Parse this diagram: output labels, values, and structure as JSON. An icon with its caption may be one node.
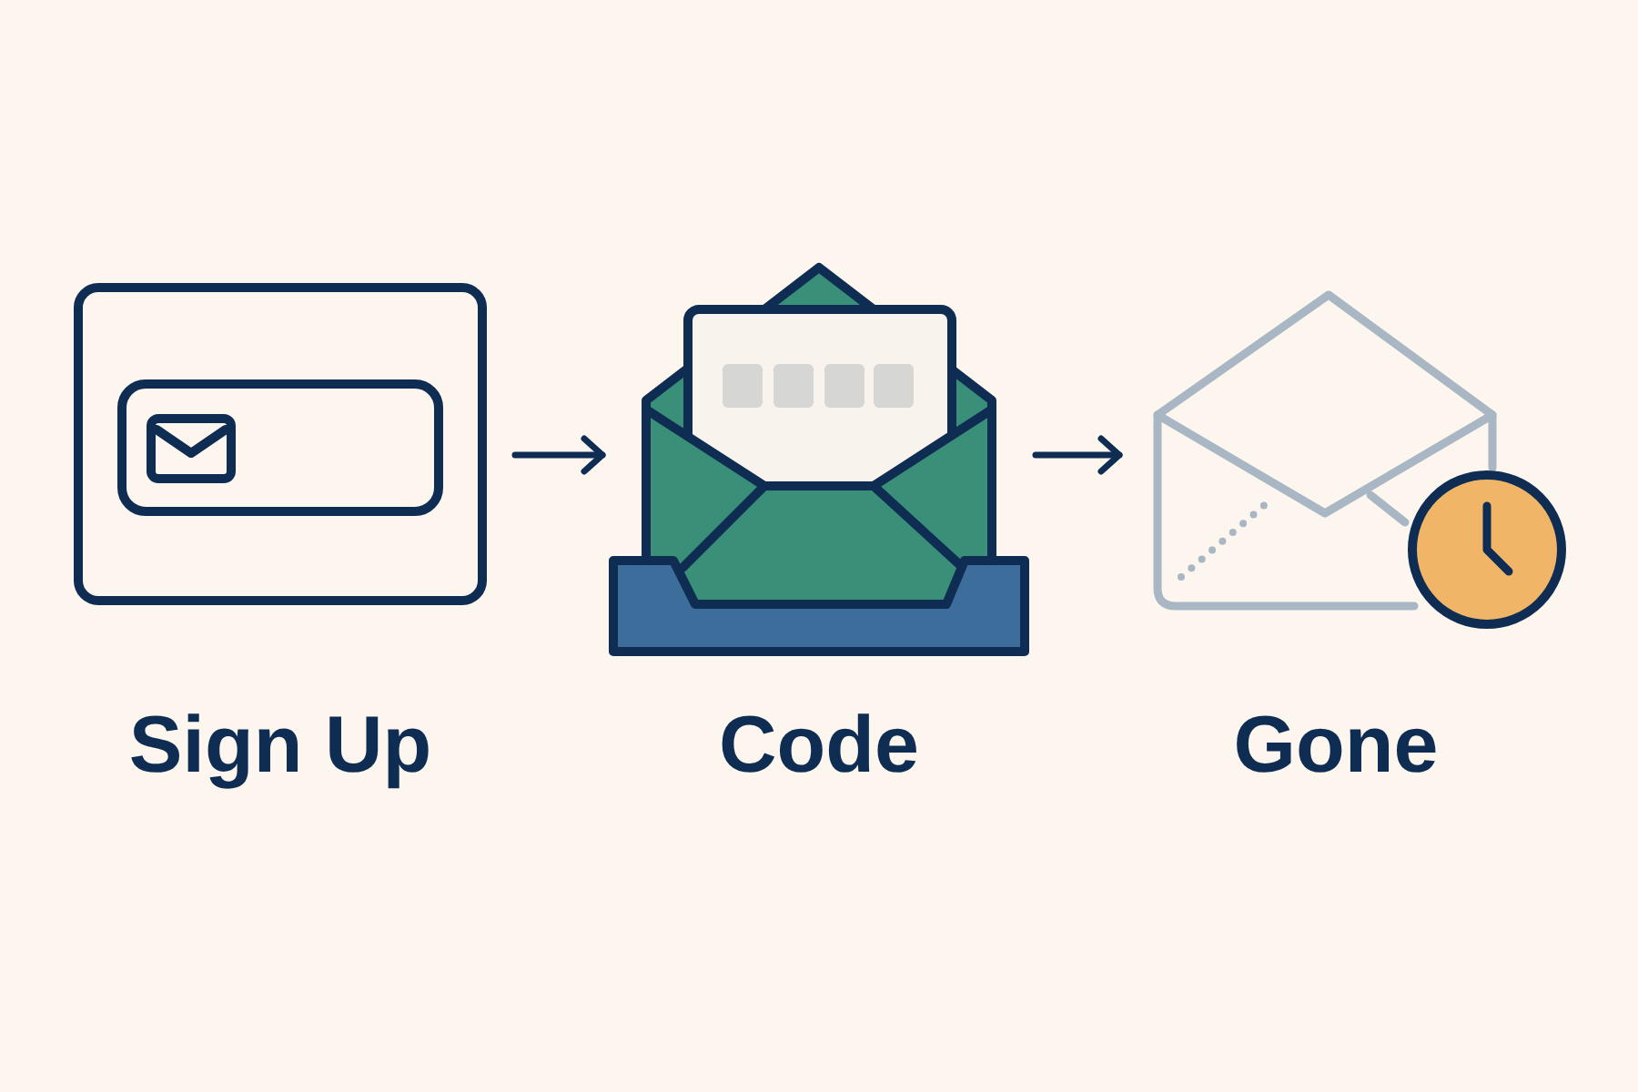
{
  "diagram": {
    "nodes": [
      {
        "text": [
          "Sign Up"
        ]
      },
      {
        "text": [
          "Code"
        ]
      },
      {
        "text": [
          "Gone"
        ]
      }
    ],
    "edges": [
      {
        "from": 0,
        "to": 1,
        "arrow": "to"
      },
      {
        "from": 1,
        "to": 2,
        "arrow": "to"
      }
    ]
  }
}
